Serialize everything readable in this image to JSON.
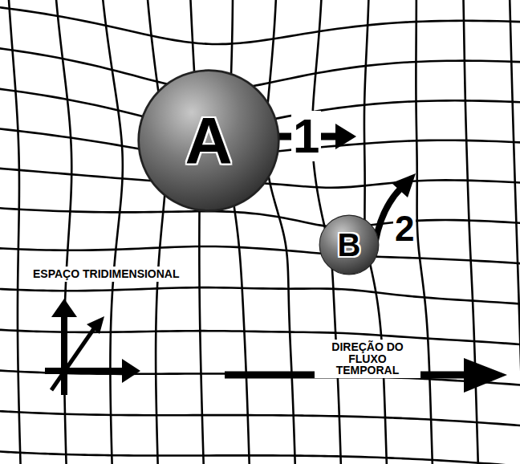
{
  "diagram": {
    "nodes": [
      {
        "text": [
          "A"
        ]
      },
      {
        "text": [
          "B"
        ]
      }
    ],
    "labels": [
      "1",
      "2",
      "ESPAÇO TRIDIMENSIONAL",
      "DIREÇÃO DO FLUXO TEMPORAL"
    ]
  }
}
